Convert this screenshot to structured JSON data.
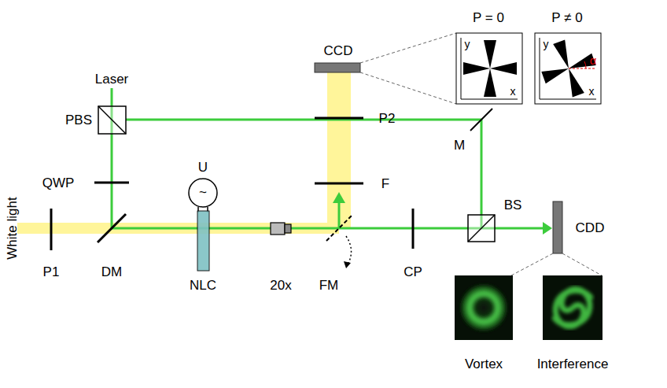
{
  "diagram": {
    "labels": [
      "CCD",
      "P = 0",
      "y",
      "x",
      "P ≠ 0",
      "y",
      "α",
      "x",
      "Laser",
      "PBS",
      "P2",
      "M",
      "U",
      "~",
      "QWP",
      "F",
      "BS",
      "CDD",
      "White light",
      "P1",
      "DM",
      "NLC",
      "20x",
      "FM",
      "CP",
      "Vortex",
      "Interference"
    ]
  }
}
